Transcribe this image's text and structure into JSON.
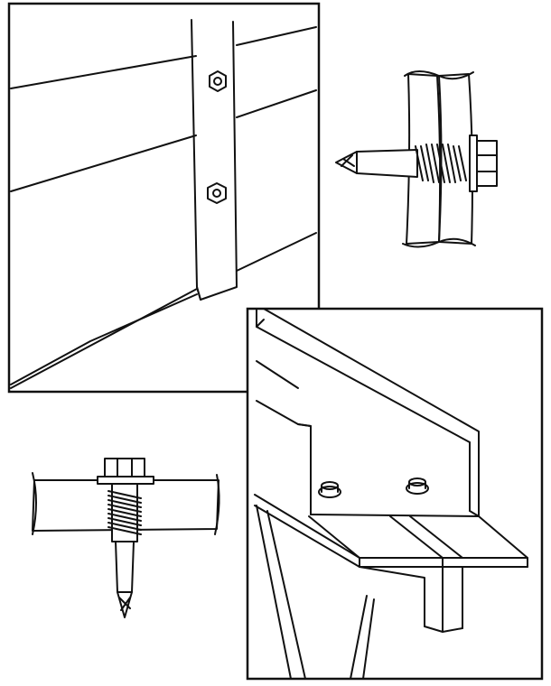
{
  "illustration": {
    "panels": [
      {
        "name": "wall-panel-with-post",
        "fasteners": 2
      },
      {
        "name": "screw-through-double-sheet-detail"
      },
      {
        "name": "screw-through-single-sheet-detail"
      },
      {
        "name": "angle-on-t-beam-bracket",
        "fasteners": 2
      }
    ],
    "colors": {
      "ink": "#111111",
      "paper": "#ffffff"
    }
  }
}
